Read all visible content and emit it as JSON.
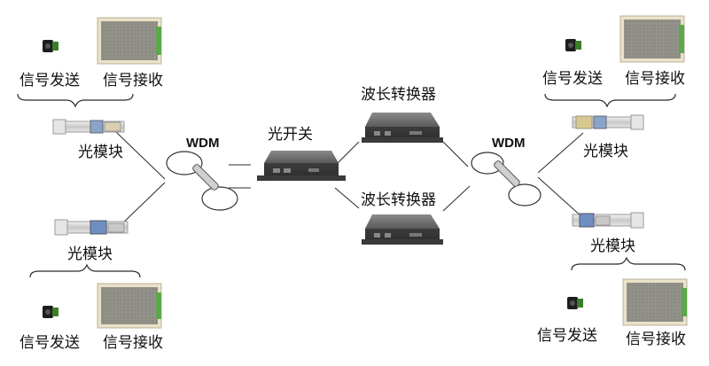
{
  "labels": {
    "signal_send": "信号发送",
    "signal_receive": "信号接收",
    "optical_module": "光模块",
    "wdm": "WDM",
    "optical_switch": "光开关",
    "wavelength_converter": "波长转换器"
  },
  "colors": {
    "line": "#2b2b2b",
    "device_body": "#4a4a4a",
    "device_top": "#6e6e6e",
    "screen_frame": "#e9e2c8",
    "screen_face": "#8f8f86",
    "pcb_green": "#5aa84a"
  }
}
